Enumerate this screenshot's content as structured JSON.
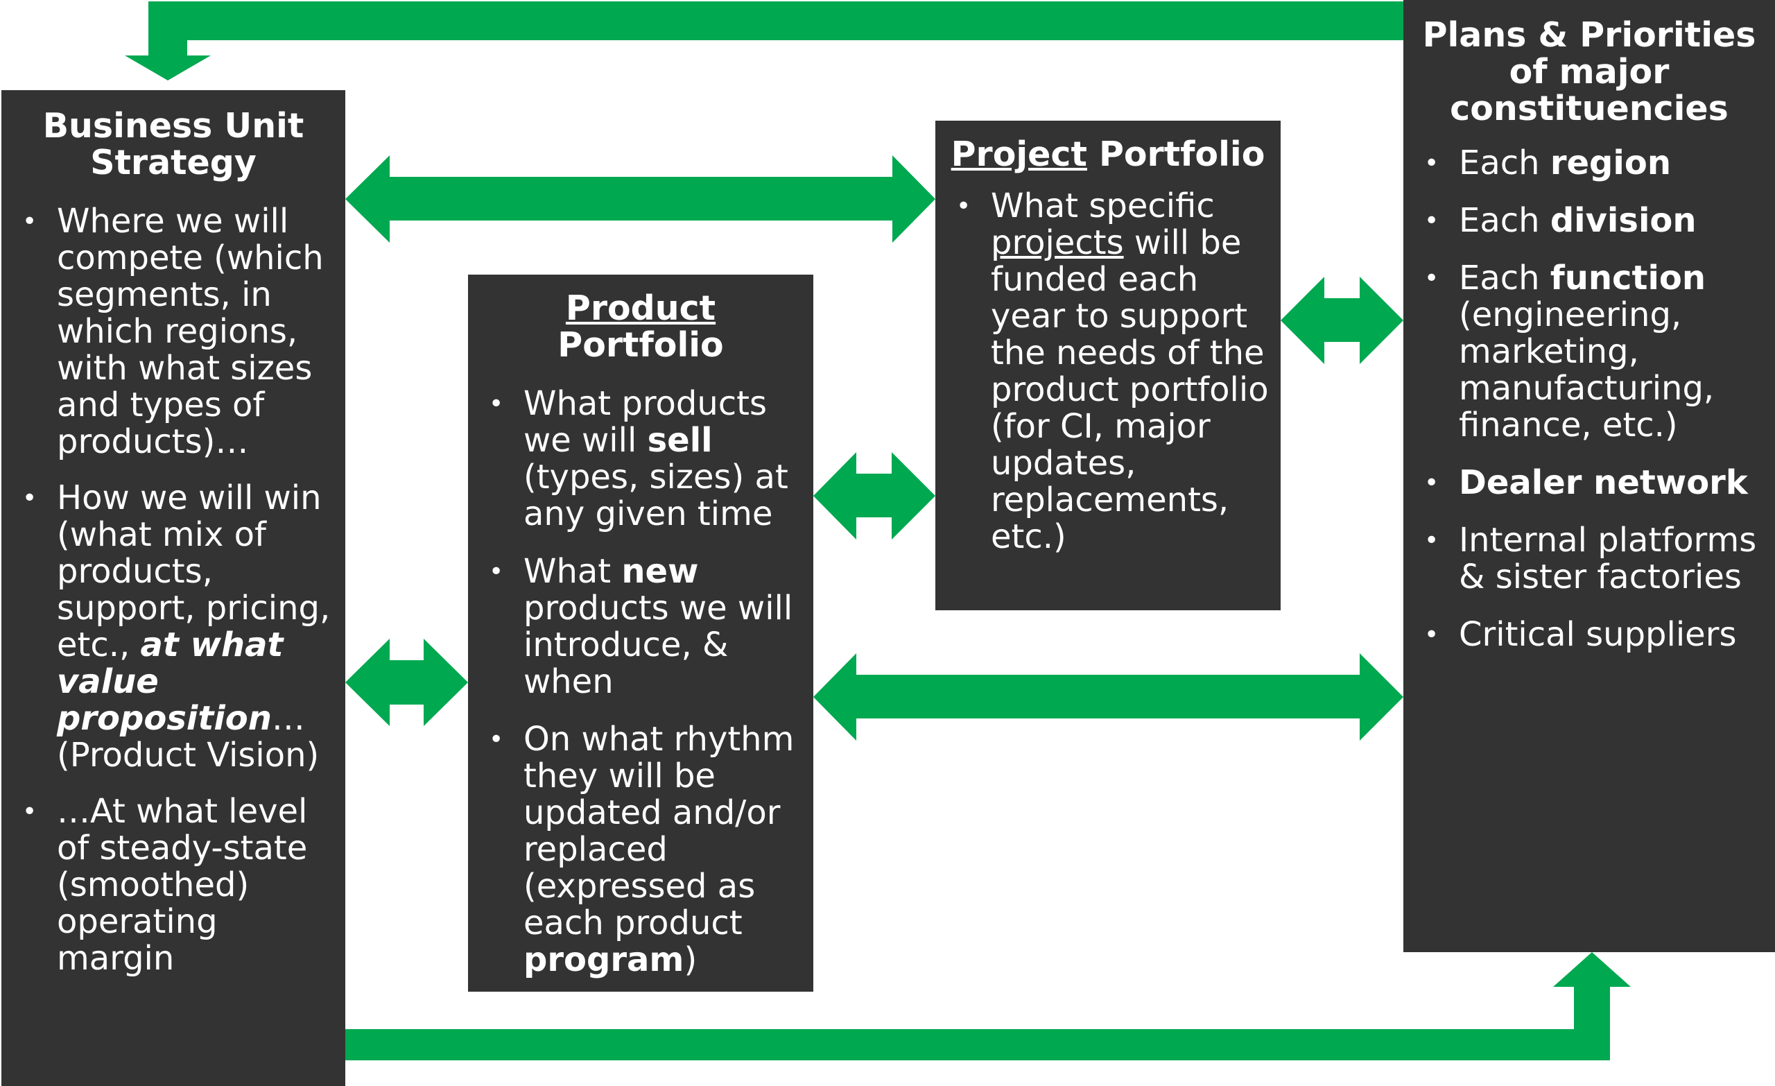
{
  "colors": {
    "arrow": "#00a850",
    "box": "#333333",
    "text": "#ffffff"
  },
  "strategy": {
    "title_line1": "Business Unit",
    "title_line2": "Strategy",
    "b1": "Where we will compete (which segments, in which regions, with what sizes and types of products)…",
    "b2_a": "How we will win (what mix of products, support, pricing, etc., ",
    "b2_b": "at what value proposition",
    "b2_c": "… (Product Vision)",
    "b3": "…At what level of steady-state (smoothed) operating margin"
  },
  "product": {
    "title_line1": "Product",
    "title_line2": "Portfolio",
    "b1_a": "What products we will ",
    "b1_b": "sell",
    "b1_c": " (types, sizes) at any given time",
    "b2_a": "What ",
    "b2_b": "new",
    "b2_c": " products we will introduce, & when",
    "b3_a": "On what rhythm they will be updated and/or replaced (expressed as each product ",
    "b3_b": "program",
    "b3_c": ")"
  },
  "project": {
    "title_a": "Project",
    "title_b": " Portfolio",
    "b1_a": "What specific ",
    "b1_b": "projects",
    "b1_c": " will be funded each year to support the needs of the product portfolio (for CI, major updates, replacements, etc.)"
  },
  "plans": {
    "title_line1": "Plans & Priorities",
    "title_line2": "of major",
    "title_line3": "constituencies",
    "b1_a": "Each ",
    "b1_b": "region",
    "b2_a": "Each ",
    "b2_b": "division",
    "b3_a": "Each ",
    "b3_b": "function",
    "b3_c": " (engineering, marketing, manufacturing, finance, etc.)",
    "b4": "Dealer network",
    "b5": "Internal platforms & sister factories",
    "b6": "Critical suppliers"
  }
}
